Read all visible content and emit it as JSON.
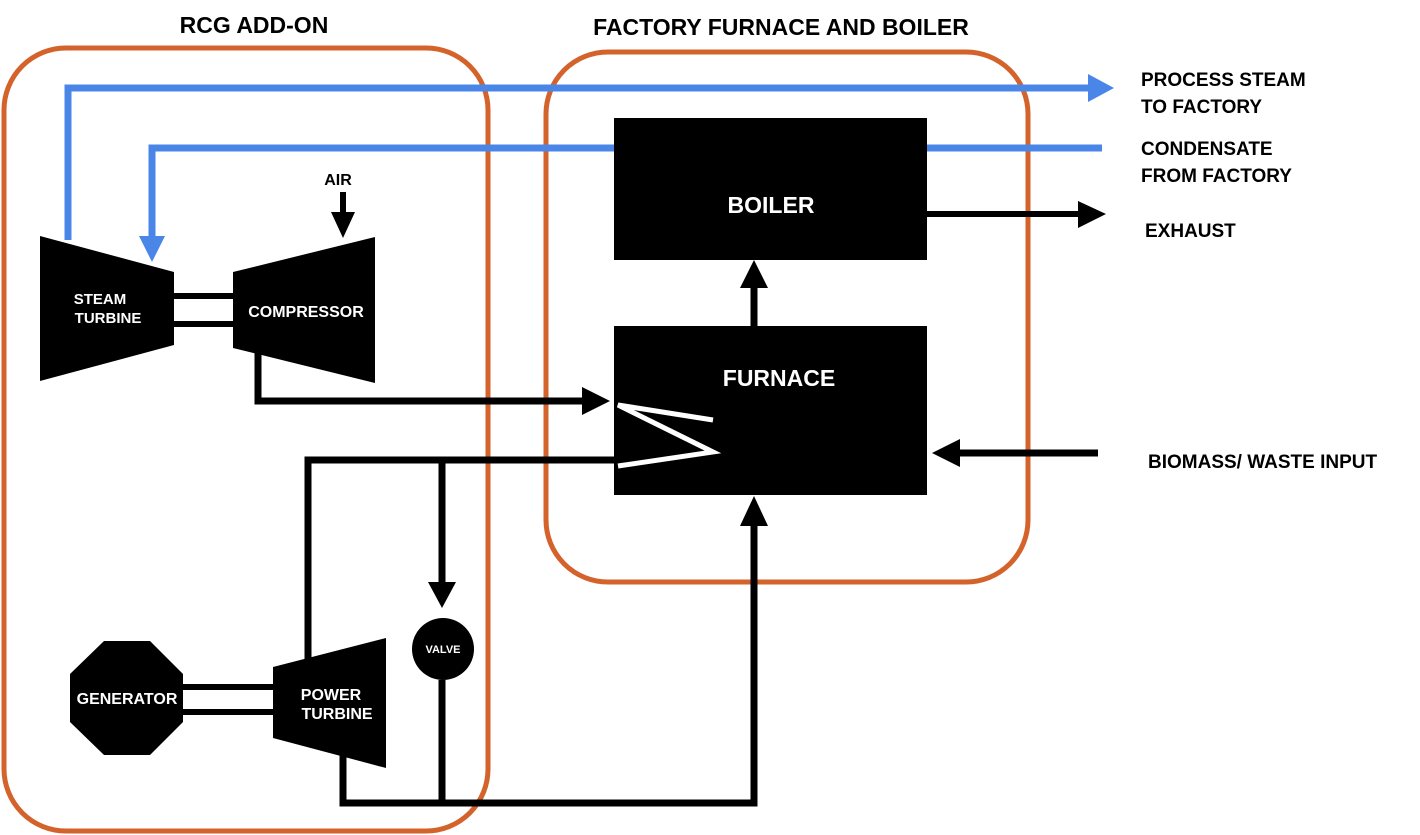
{
  "groups": {
    "rcg_addon": "RCG ADD-ON",
    "factory": "FACTORY FURNACE AND BOILER"
  },
  "components": {
    "boiler": "BOILER",
    "furnace": "FURNACE",
    "steam_turbine": [
      "STEAM",
      "TURBINE"
    ],
    "compressor": "COMPRESSOR",
    "generator": "GENERATOR",
    "power_turbine": [
      "POWER",
      "TURBINE"
    ],
    "valve": "VALVE",
    "air": "AIR"
  },
  "flows": {
    "process_steam": [
      "PROCESS STEAM",
      "TO FACTORY"
    ],
    "condensate": [
      "CONDENSATE",
      "FROM FACTORY"
    ],
    "exhaust": "EXHAUST",
    "biomass": "BIOMASS/ WASTE INPUT"
  },
  "colors": {
    "group_border": "#d4622b",
    "steam_line": "#4a86e8",
    "component_fill": "#000000",
    "component_text": "#ffffff"
  }
}
